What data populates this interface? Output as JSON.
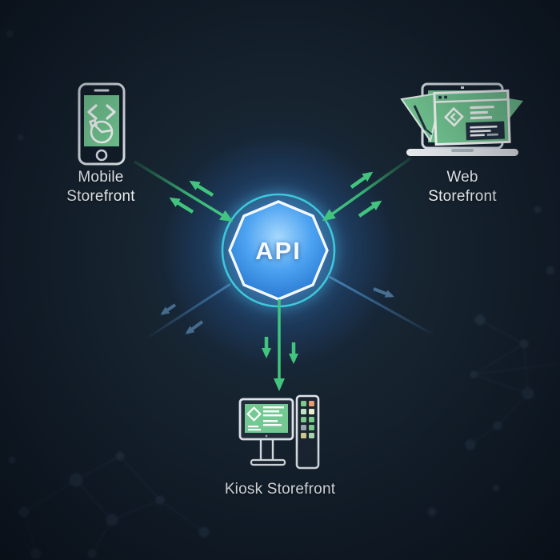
{
  "diagram": {
    "type": "hub-and-spoke-architecture",
    "hub": {
      "id": "api-hub",
      "label": "API",
      "shape": "octagon-inside-glowing-circle"
    },
    "nodes": [
      {
        "id": "mobile-storefront",
        "label": "Mobile Storefront",
        "icon": "smartphone-icon",
        "position": "top-left"
      },
      {
        "id": "web-storefront",
        "label": "Web Storefront",
        "icon": "laptop-browser-icon",
        "position": "top-right"
      },
      {
        "id": "kiosk-storefront",
        "label": "Kiosk Storefront",
        "icon": "kiosk-terminal-icon",
        "position": "bottom-center"
      }
    ],
    "connections": [
      {
        "from": "mobile-storefront",
        "to": "api-hub",
        "color": "#41c57e",
        "style": "long line with arrowhead into hub, plus 2 short arrows pointing back toward node"
      },
      {
        "from": "web-storefront",
        "to": "api-hub",
        "color": "#41c57e",
        "style": "long line with arrowhead into hub, plus 2 short arrows pointing back toward node"
      },
      {
        "from": "api-hub",
        "to": "kiosk-storefront",
        "color": "#41c57e",
        "style": "vertical line with arrowhead toward node, plus 2 short downward arrows"
      },
      {
        "from": "api-hub",
        "to": "fade-bottom-left",
        "color": "#527da3",
        "style": "fading line with 2 short muted-blue arrows pointing outward"
      },
      {
        "from": "api-hub",
        "to": "fade-bottom-right",
        "color": "#527da3",
        "style": "fading line with 1 short muted-blue arrow pointing outward"
      }
    ],
    "colors": {
      "background": "#131e2b",
      "device_green": "#74c993",
      "arrow_green": "#41c57e",
      "arrow_blue": "#527da3",
      "ring_cyan": "#3ad0d8",
      "hub_blue": "#3f97ee",
      "octagon_border": "#f2f8ff",
      "outline_gray": "#dde3e9",
      "label_text": "#eef1f4",
      "dark_panel": "#233040"
    }
  }
}
